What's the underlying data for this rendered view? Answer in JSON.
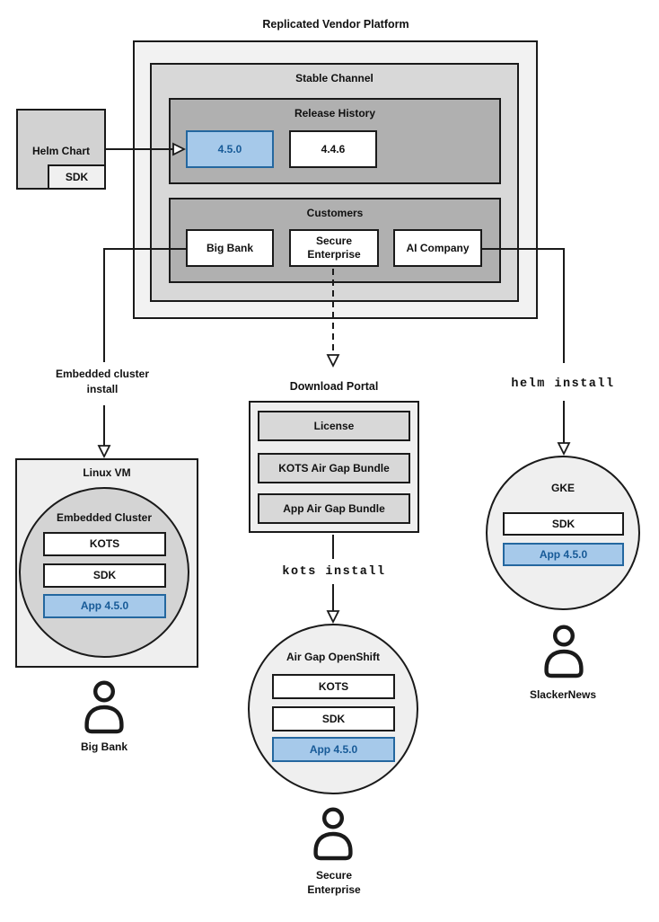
{
  "diagram": {
    "title": "Replicated Vendor Platform",
    "stable_channel": "Stable Channel",
    "release_history": {
      "title": "Release History",
      "releases": [
        "4.5.0",
        "4.4.6"
      ],
      "highlighted_release": "4.5.0"
    },
    "customers": {
      "title": "Customers",
      "items": [
        "Big Bank",
        "Secure\nEnterprise",
        "AI Company"
      ]
    },
    "helm_chart": {
      "label": "Helm Chart",
      "sdk": "SDK"
    },
    "edges": {
      "embedded_install": "Embedded cluster\ninstall",
      "helm_install": "helm install",
      "kots_install": "kots install"
    },
    "download_portal": {
      "title": "Download Portal",
      "items": [
        "License",
        "KOTS Air Gap Bundle",
        "App Air Gap Bundle"
      ]
    },
    "linux_vm": {
      "title": "Linux VM",
      "cluster": {
        "title": "Embedded Cluster",
        "components": [
          "KOTS",
          "SDK",
          "App 4.5.0"
        ]
      },
      "user": "Big Bank"
    },
    "openshift": {
      "title": "Air Gap OpenShift",
      "components": [
        "KOTS",
        "SDK",
        "App 4.5.0"
      ],
      "user": "Secure\nEnterprise"
    },
    "gke": {
      "title": "GKE",
      "components": [
        "SDK",
        "App 4.5.0"
      ],
      "user": "SlackerNews"
    },
    "colors": {
      "highlight_fill": "#a6c9ea",
      "highlight_border": "#24679f",
      "highlight_text": "#175a97",
      "container_outer": "#f2f2f2",
      "container_light": "#d8d8d8",
      "container_mid": "#b0b0b0",
      "line": "#1a1a1a"
    }
  }
}
